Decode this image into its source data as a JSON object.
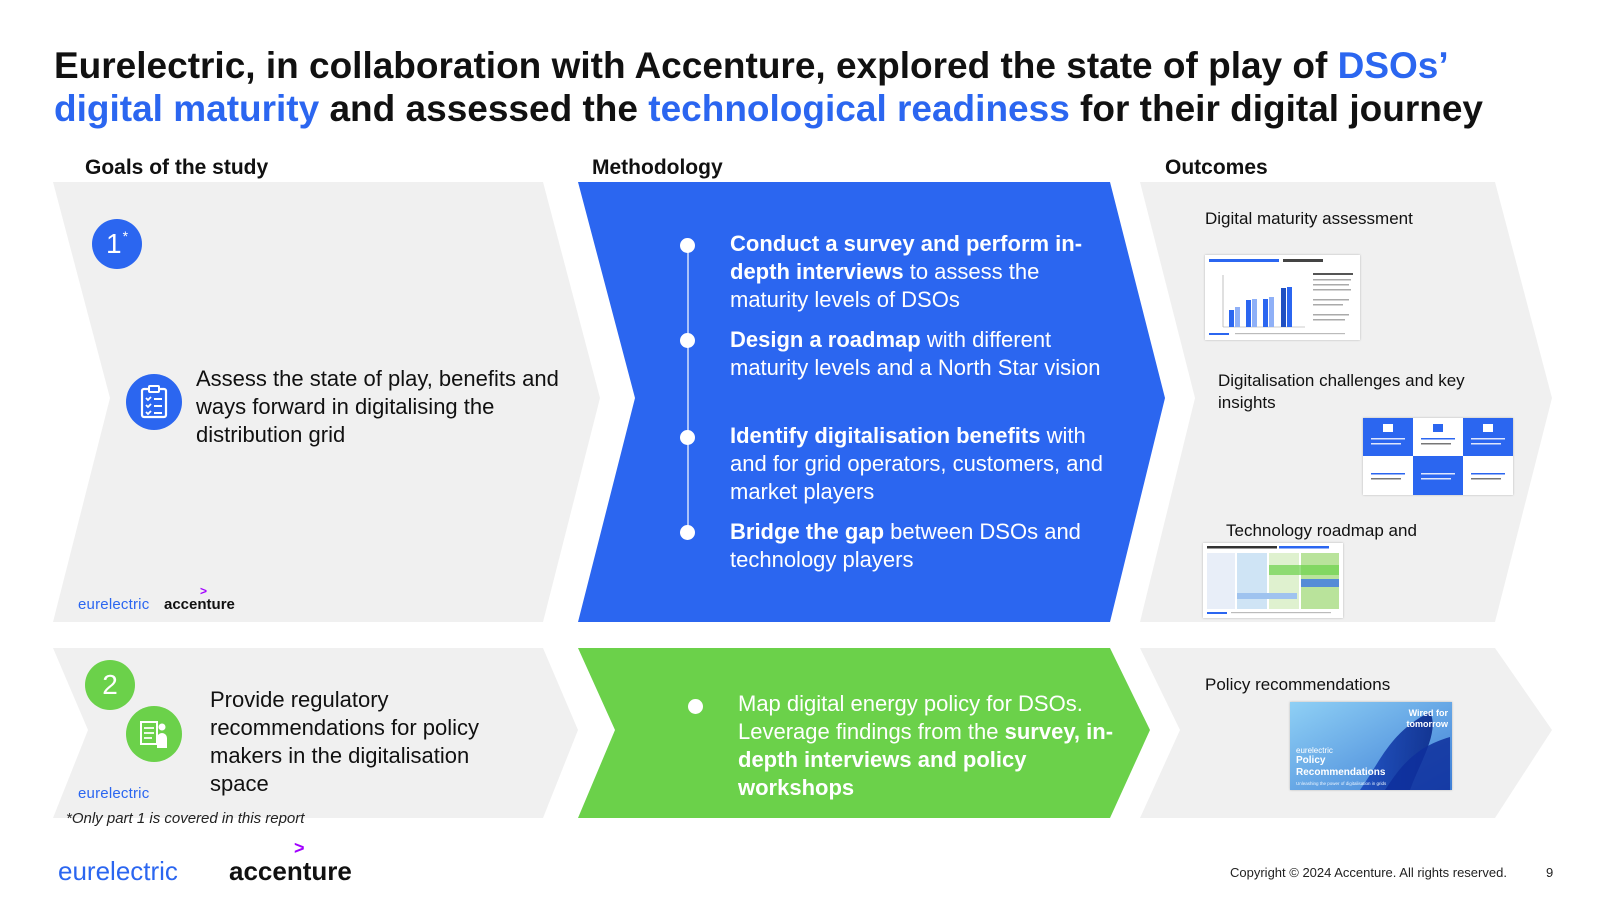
{
  "title": {
    "part1": "Eurelectric, in collaboration with Accenture, explored the state of play of ",
    "hl1": "DSOs’",
    "hl2": "digital maturity",
    "part2": " and assessed the ",
    "hl3": "technological readiness",
    "part3": " for their digital journey"
  },
  "columns": {
    "goals": "Goals of the study",
    "methodology": "Methodology",
    "outcomes": "Outcomes"
  },
  "goal1": {
    "number": "1",
    "marker": "*",
    "text_strong": "Assess the state of play, benefits and ways forward",
    "text_rest": " in digitalising the distribution grid",
    "logo_eurelectric": "eurelectric",
    "logo_accenture": "accenture"
  },
  "goal2": {
    "number": "2",
    "t1": "Provide",
    "t2": " regulatory ",
    "t3": "recommendations for policy makers",
    "t4": " in the digitalisation space",
    "logo_eurelectric": "eurelectric"
  },
  "methodology1": {
    "items": [
      {
        "strong": "Conduct a survey and perform in-depth interviews",
        "rest": " to assess the maturity levels of DSOs"
      },
      {
        "strong": "Design a roadmap",
        "rest": " with different maturity levels and a North Star vision"
      },
      {
        "strong": "Identify digitalisation benefits",
        "rest": " with and for grid operators, customers, and market players"
      },
      {
        "strong": "Bridge the gap",
        "rest": " between DSOs and technology players"
      }
    ]
  },
  "methodology2": {
    "t1": "Map digital energy policy for DSOs. Leverage findings from the ",
    "t2": "survey, in-depth interviews and policy workshops"
  },
  "outcomes": {
    "o1": "Digital maturity assessment",
    "o2": "Digitalisation challenges and key insights",
    "o3": "Technology roadmap and",
    "o4": "Policy recommendations",
    "policy_cover": {
      "tagline": "Wired for tomorrow",
      "brand": "eurelectric",
      "title": "Policy Recommendations",
      "subtitle": "Unleashing the power of digitalisation in grids"
    }
  },
  "footnote": "*Only part 1 is covered in this report",
  "footer": {
    "logo_eurelectric": "eurelectric",
    "logo_accenture": "accenture",
    "copyright": "Copyright © 2024 Accenture. All rights reserved.",
    "page": "9"
  },
  "colors": {
    "blue": "#2b66f0",
    "green": "#6bd14a",
    "grey": "#f0f0f0",
    "accenture_purple": "#a100ff"
  }
}
